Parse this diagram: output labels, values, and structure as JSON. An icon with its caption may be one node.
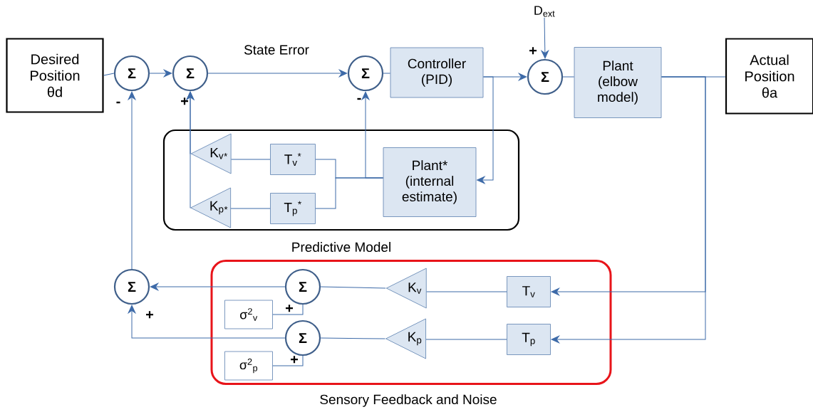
{
  "diagram": {
    "nodes": [
      {
        "text": [
          "Desired Position θd"
        ]
      },
      {
        "text": [
          "Σ"
        ]
      },
      {
        "text": [
          "Σ"
        ]
      },
      {
        "text": [
          "Σ"
        ]
      },
      {
        "text": [
          "Controller (PID)"
        ]
      },
      {
        "text": [
          "Σ"
        ]
      },
      {
        "text": [
          "Plant (elbow model)"
        ]
      },
      {
        "text": [
          "Actual Position θa"
        ]
      },
      {
        "text": [
          "Predictive Model"
        ]
      },
      {
        "text": [
          "K$_{v}$$_{*}$"
        ],
        "in": 8
      },
      {
        "text": [
          "T$_{v}$$^{*}$"
        ],
        "in": 8
      },
      {
        "text": [
          "K$_{p}$$_{*}$"
        ],
        "in": 8
      },
      {
        "text": [
          "T$_{p}$$^{*}$"
        ],
        "in": 8
      },
      {
        "text": [
          "Plant* (internal estimate)"
        ],
        "in": 8
      },
      {
        "text": [
          "Σ"
        ]
      },
      {
        "text": [
          "Sensory Feedback and Noise"
        ]
      },
      {
        "text": [
          "Σ"
        ],
        "in": 15
      },
      {
        "text": [
          "σ$^{2}$$_{v}$"
        ],
        "in": 15
      },
      {
        "text": [
          "Σ"
        ],
        "in": 15
      },
      {
        "text": [
          "σ$^{2}$$_{p}$"
        ],
        "in": 15
      },
      {
        "text": [
          "K$_{v}$"
        ],
        "in": 15
      },
      {
        "text": [
          "T$_{v}$"
        ],
        "in": 15
      },
      {
        "text": [
          "K$_{p}$"
        ],
        "in": 15
      },
      {
        "text": [
          "T$_{p}$"
        ],
        "in": 15
      },
      {
        "text": [
          "D$_{ext}$"
        ]
      }
    ],
    "edges": [
      {
        "from": 0,
        "to": 1,
        "arrow": "none"
      },
      {
        "from": 1,
        "to": 2,
        "arrow": "to"
      },
      {
        "from": 2,
        "to": 3,
        "arrow": "to",
        "label": "State Error"
      },
      {
        "from": 3,
        "to": 4,
        "arrow": "none"
      },
      {
        "from": 4,
        "to": 5,
        "arrow": "to"
      },
      {
        "from": 5,
        "to": 6,
        "arrow": "none"
      },
      {
        "from": 6,
        "to": 7,
        "arrow": "none"
      },
      {
        "from": 24,
        "to": 5,
        "arrow": "to"
      },
      {
        "from": 4,
        "to": 13,
        "arrow": "to"
      },
      {
        "from": 13,
        "to": 3,
        "arrow": "to"
      },
      {
        "from": 13,
        "to": 10,
        "arrow": "none"
      },
      {
        "from": 13,
        "to": 12,
        "arrow": "none"
      },
      {
        "from": 10,
        "to": 9,
        "arrow": "none"
      },
      {
        "from": 12,
        "to": 11,
        "arrow": "none"
      },
      {
        "from": 9,
        "to": 2,
        "arrow": "to"
      },
      {
        "from": 11,
        "to": 2,
        "arrow": "to"
      },
      {
        "from": 6,
        "to": 21,
        "arrow": "to"
      },
      {
        "from": 6,
        "to": 23,
        "arrow": "to"
      },
      {
        "from": 21,
        "to": 20,
        "arrow": "none"
      },
      {
        "from": 23,
        "to": 22,
        "arrow": "none"
      },
      {
        "from": 20,
        "to": 16,
        "arrow": "none"
      },
      {
        "from": 22,
        "to": 18,
        "arrow": "none"
      },
      {
        "from": 17,
        "to": 16,
        "arrow": "none"
      },
      {
        "from": 19,
        "to": 18,
        "arrow": "none"
      },
      {
        "from": 16,
        "to": 14,
        "arrow": "to"
      },
      {
        "from": 18,
        "to": 14,
        "arrow": "to"
      },
      {
        "from": 14,
        "to": 1,
        "arrow": "to"
      }
    ],
    "labels": [
      "+",
      "-",
      "+",
      "-",
      "+",
      "+",
      "+"
    ]
  }
}
